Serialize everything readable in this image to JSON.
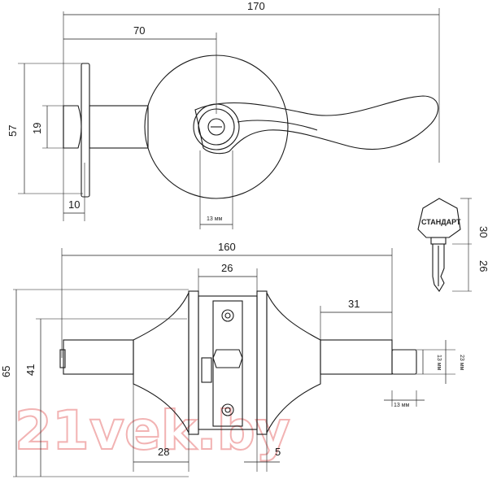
{
  "top_view": {
    "overall_width": "170",
    "rose_offset": "70",
    "height": "57",
    "latch_height": "19",
    "latch_depth": "10",
    "cylinder_width": "13 мм"
  },
  "key": {
    "brand": "СТАНДАРТ",
    "head_height": "30",
    "blade_length": "26"
  },
  "side_view": {
    "overall_width": "160",
    "plate_width": "26",
    "lever_length": "31",
    "height": "65",
    "axis_height": "41",
    "spindle_13": "13 мм",
    "spindle_23": "23 мм",
    "spindle_width": "13 мм",
    "offset_28": "28",
    "gap_5": "5"
  },
  "watermark": "21vek.by",
  "colors": {
    "line": "#1a1a1a",
    "watermark": "#f2b3b3"
  }
}
